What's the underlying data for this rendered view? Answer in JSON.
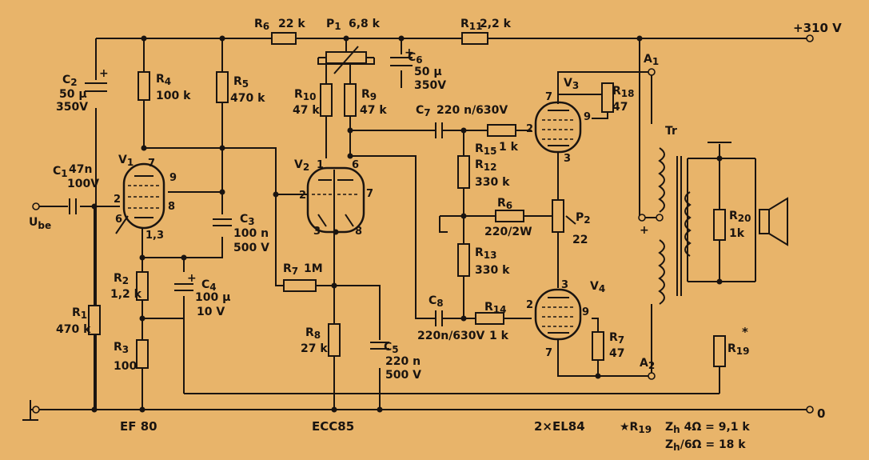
{
  "supply": {
    "plus": "+310 V",
    "zero": "0"
  },
  "input_label": "U",
  "input_sub": "be",
  "tubes": [
    {
      "id": "V1",
      "ref": "V",
      "num": "1",
      "type": "EF 80"
    },
    {
      "id": "V2",
      "ref": "V",
      "num": "2",
      "type": "ECC85"
    },
    {
      "id": "V3",
      "ref": "V",
      "num": "3"
    },
    {
      "id": "V4",
      "ref": "V",
      "num": "4"
    },
    {
      "id": "out",
      "type": "2×EL84"
    }
  ],
  "pins": [
    "7",
    "9",
    "2",
    "8",
    "6",
    "1,3",
    "1",
    "6",
    "2",
    "7",
    "3",
    "8",
    "7",
    "9",
    "2",
    "3",
    "3",
    "2",
    "9",
    "7"
  ],
  "components": {
    "C1": {
      "ref": "C",
      "num": "1",
      "value": "47n",
      "value2": "100V"
    },
    "C2": {
      "ref": "C",
      "num": "2",
      "value": "50 µ",
      "value2": "350V"
    },
    "C3": {
      "ref": "C",
      "num": "3",
      "value": "100 n",
      "value2": "500 V"
    },
    "C4": {
      "ref": "C",
      "num": "4",
      "value": "100 µ",
      "value2": "10 V"
    },
    "C5": {
      "ref": "C",
      "num": "5",
      "value": "220 n",
      "value2": "500 V"
    },
    "C6": {
      "ref": "C",
      "num": "6",
      "value": "50 µ",
      "value2": "350V"
    },
    "C7": {
      "ref": "C",
      "num": "7",
      "value": "220 n/630V"
    },
    "C8": {
      "ref": "C",
      "num": "8",
      "value": "220n/630V"
    },
    "R1": {
      "ref": "R",
      "num": "1",
      "value": "470 k"
    },
    "R2": {
      "ref": "R",
      "num": "2",
      "value": "1,2 k"
    },
    "R3": {
      "ref": "R",
      "num": "3",
      "value": "100"
    },
    "R4": {
      "ref": "R",
      "num": "4",
      "value": "100 k"
    },
    "R5": {
      "ref": "R",
      "num": "5",
      "value": "470 k"
    },
    "R6a": {
      "ref": "R",
      "num": "6",
      "value": "22 k"
    },
    "R6b": {
      "ref": "R",
      "num": "6",
      "value": "220/2W"
    },
    "R7a": {
      "ref": "R",
      "num": "7",
      "value": "1M"
    },
    "R7b": {
      "ref": "R",
      "num": "7",
      "value": "47"
    },
    "R8": {
      "ref": "R",
      "num": "8",
      "value": "27 k"
    },
    "R9": {
      "ref": "R",
      "num": "9",
      "value": "47 k"
    },
    "R10": {
      "ref": "R",
      "num": "10",
      "value": "47 k"
    },
    "R11": {
      "ref": "R",
      "num": "11",
      "value": "2,2 k"
    },
    "R12": {
      "ref": "R",
      "num": "12",
      "value": "330 k"
    },
    "R13": {
      "ref": "R",
      "num": "13",
      "value": "330 k"
    },
    "R14": {
      "ref": "R",
      "num": "14",
      "value": "1 k"
    },
    "R15": {
      "ref": "R",
      "num": "15",
      "value": "1 k"
    },
    "R18": {
      "ref": "R",
      "num": "18",
      "value": "47"
    },
    "R19": {
      "ref": "R",
      "num": "19",
      "star": "*"
    },
    "R20": {
      "ref": "R",
      "num": "20",
      "value": "1k"
    },
    "P1": {
      "ref": "P",
      "num": "1",
      "value": "6,8 k"
    },
    "P2": {
      "ref": "P",
      "num": "2",
      "value": "22"
    },
    "A1": {
      "ref": "A",
      "num": "1"
    },
    "A2": {
      "ref": "A",
      "num": "2"
    },
    "Tr": {
      "ref": "Tr"
    }
  },
  "plus_signs": [
    "+",
    "+",
    "+",
    "+"
  ],
  "note": {
    "mark": "★R",
    "mark_sub": "19",
    "line1": "Z",
    "line1_sub": "h",
    "line1_rest": " 4Ω = 9,1 k",
    "line2": "Z",
    "line2_sub": "h",
    "line2_rest": "/6Ω = 18 k"
  },
  "colors": {
    "paper": "#e8b46a",
    "ink": "#1a1410"
  }
}
